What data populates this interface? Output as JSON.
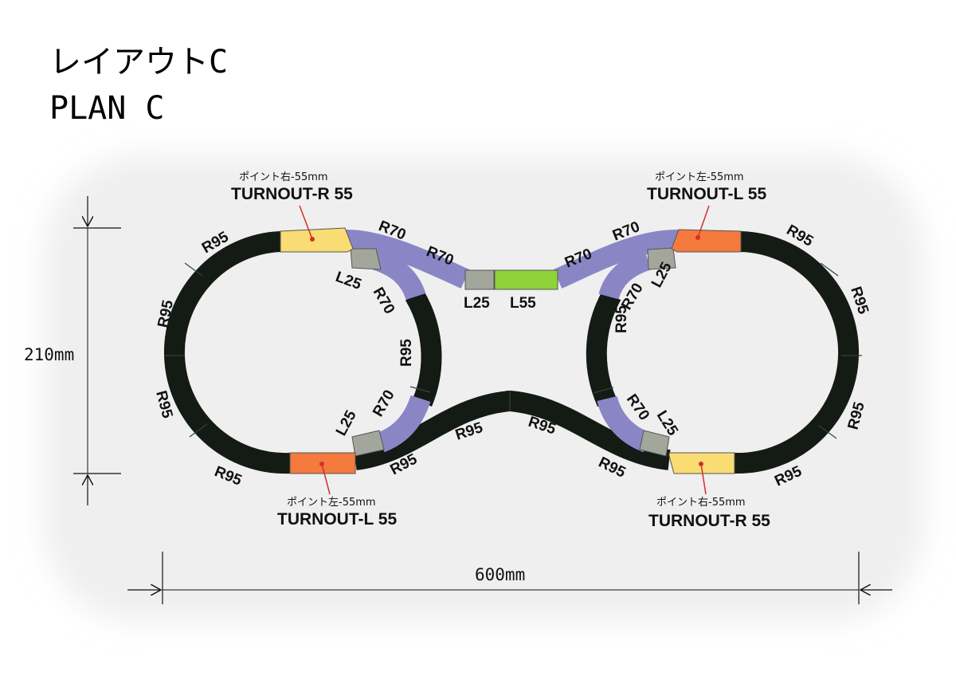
{
  "title": {
    "line1": "レイアウトC",
    "line2": "PLAN C"
  },
  "dimensions": {
    "height": "210mm",
    "width": "600mm"
  },
  "colors": {
    "r95": "#141a14",
    "r70": "#8a86c6",
    "l25": "#a3a79b",
    "l55": "#8fd23a",
    "turnout_right": "#f9dc74",
    "turnout_left": "#f47a3d",
    "background": "#efefef"
  },
  "turnouts": [
    {
      "jp": "ポイント右-55mm",
      "en": "TURNOUT-R 55"
    },
    {
      "jp": "ポイント左-55mm",
      "en": "TURNOUT-L 55"
    },
    {
      "jp": "ポイント左-55mm",
      "en": "TURNOUT-L 55"
    },
    {
      "jp": "ポイント右-55mm",
      "en": "TURNOUT-R 55"
    }
  ],
  "labels": {
    "r95": "R95",
    "r70": "R70",
    "l25": "L25",
    "l55": "L55"
  }
}
